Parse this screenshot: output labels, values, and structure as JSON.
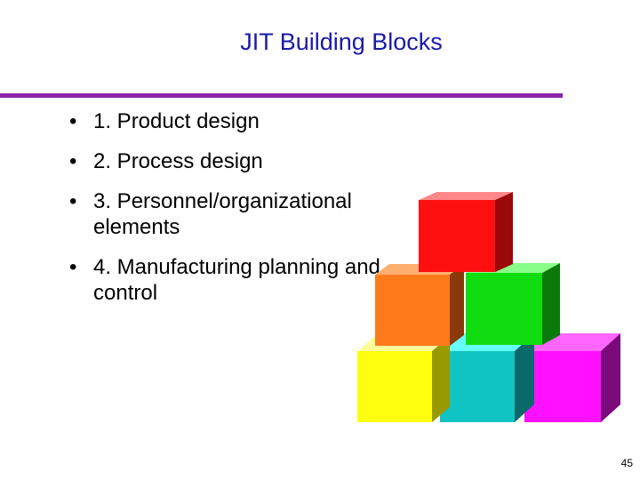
{
  "slide": {
    "title": "JIT Building Blocks",
    "bullets": [
      {
        "marker": "•",
        "text": "1. Product design"
      },
      {
        "marker": "•",
        "text": "2. Process design"
      },
      {
        "marker": "•",
        "text": "3. Personnel/organizational elements"
      },
      {
        "marker": "•",
        "text": "4. Manufacturing planning and control"
      }
    ],
    "page_number": "45"
  },
  "colors": {
    "title": "#1a1aa6",
    "rule": "#8e24aa",
    "block_red": "#ff1010",
    "block_orange": "#ff7a1a",
    "block_green": "#10dd10",
    "block_yellow": "#ffff10",
    "block_cyan": "#10c4c4",
    "block_magenta": "#ff10ff"
  },
  "illustration": {
    "icon": "stacked-colored-cubes"
  }
}
